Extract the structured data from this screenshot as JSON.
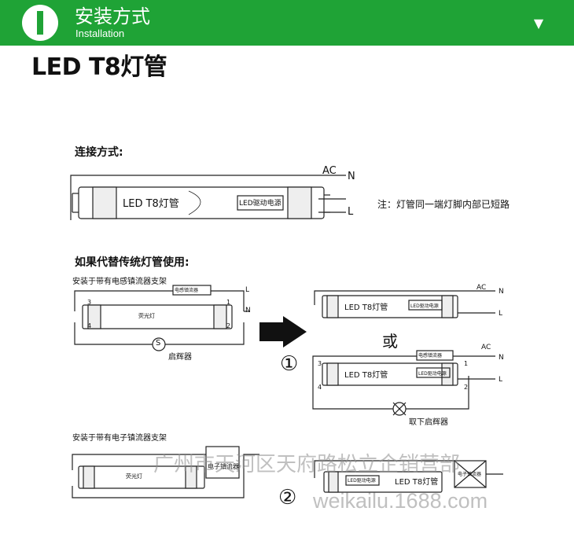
{
  "banner": {
    "title": "安装方式",
    "subtitle": "Installation",
    "accent": "#1fa336",
    "dropdown_icon": "▼"
  },
  "heading": "LED T8灯管",
  "section1": {
    "title": "连接方式:",
    "ac": "AC",
    "n": "N",
    "l": "L",
    "tube_label": "LED T8灯管",
    "driver_label": "LED驱动电源",
    "note": "注：灯管同一端灯脚内部已短路"
  },
  "section2": {
    "title": "如果代替传统灯管使用:",
    "inductive_title": "安装于带有电感镇流器支架",
    "ballast_box": "电感镇流器",
    "fluorescent_tube": "荧光灯",
    "starter_symbol": "S",
    "starter_label": "启辉器",
    "pin_3": "3",
    "pin_4": "4",
    "pin_1": "1",
    "pin_2": "2",
    "l": "L",
    "n": "N",
    "step_1": "①",
    "or_text": "或",
    "led_tube": "LED T8灯管",
    "led_driver": "LED驱动电源",
    "ac": "AC",
    "remove_starter": "取下启辉器"
  },
  "section3": {
    "electronic_title": "安装于带有电子镇流器支架",
    "fluorescent_tube": "荧光灯",
    "electronic_ballast": "电子镇流器",
    "step_2": "②",
    "led_driver": "LED驱动电源",
    "led_tube": "LED T8灯管"
  },
  "watermark": {
    "line1": "广州市天河区天府路松立企销营部",
    "line2": "weikailu.1688.com"
  }
}
